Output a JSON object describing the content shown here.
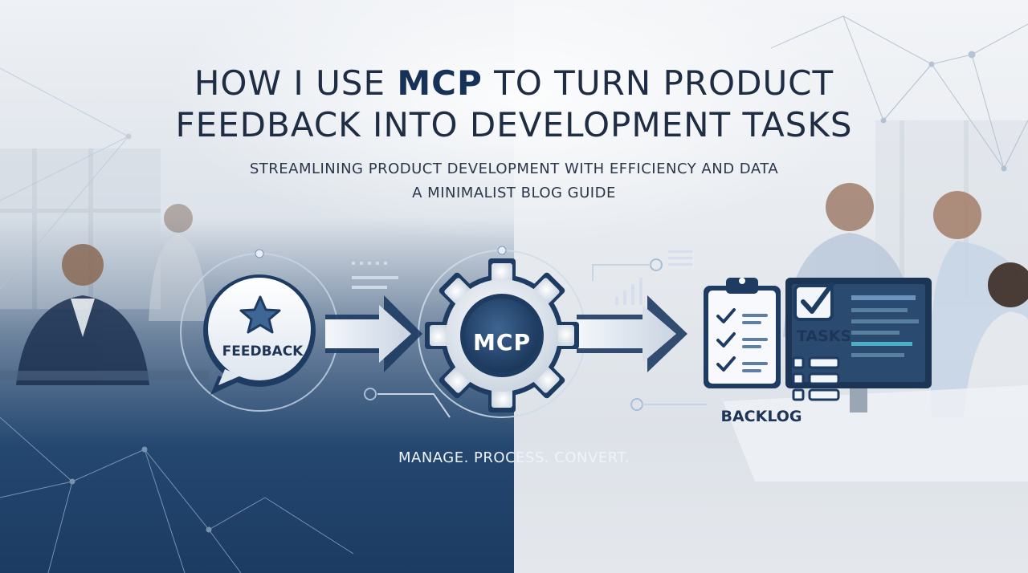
{
  "title": {
    "line1_prefix": "HOW I USE ",
    "line1_emphasis": "MCP",
    "line1_suffix": " TO TURN PRODUCT",
    "line2": "FEEDBACK INTO DEVELOPMENT TASKS"
  },
  "subtitle": {
    "line1": "STREAMLINING PRODUCT DEVELOPMENT WITH EFFICIENCY AND DATA",
    "line2": "A MINIMALIST BLOG GUIDE"
  },
  "flow": {
    "feedback_label": "FEEDBACK",
    "mcp_label": "MCP",
    "tasks_label": "TASKS",
    "backlog_label": "BACKLOG"
  },
  "tagline": "MANAGE. PROCESS. CONVERT.",
  "icons": [
    "star-icon",
    "gear-icon",
    "clipboard-checklist-icon",
    "checkbox-icon",
    "list-icon",
    "monitor-icon"
  ],
  "colors": {
    "navy": "#1c3b62",
    "title_text": "#1e2d44",
    "accent_blue": "#173258",
    "light_bg": "#eef1f5"
  }
}
